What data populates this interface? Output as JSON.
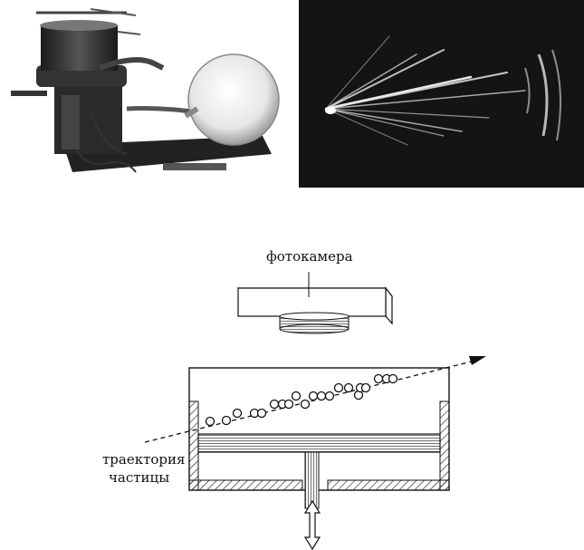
{
  "figure": {
    "camera_label": "фотокамера",
    "trajectory_label_line1": "траектория",
    "trajectory_label_line2": "частицы"
  },
  "colors": {
    "background": "#ffffff",
    "ink": "#111111",
    "photo_dark": "#141414"
  }
}
